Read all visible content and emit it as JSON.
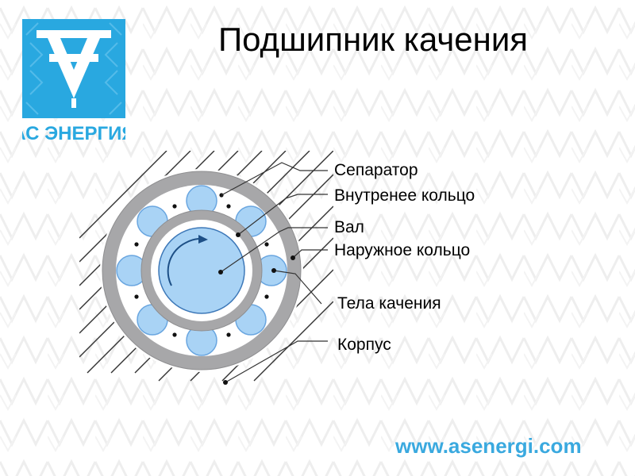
{
  "title": "Подшипник качения",
  "logo": {
    "text": "АС ЭНЕРГИЯ",
    "color": "#29a8e0"
  },
  "labels": {
    "separator": "Сепаратор",
    "inner_ring": "Внутренее кольцо",
    "shaft": "Вал",
    "outer_ring": "Наружное кольцо",
    "rolling_elements": "Тела качения",
    "housing": "Корпус"
  },
  "website": "www.asenergi.com",
  "colors": {
    "ring": "#a7a7a9",
    "ball": "#a9d3f5",
    "ball_stroke": "#6aa6e0",
    "shaft": "#a9d3f5",
    "accent": "#3aa9df"
  }
}
